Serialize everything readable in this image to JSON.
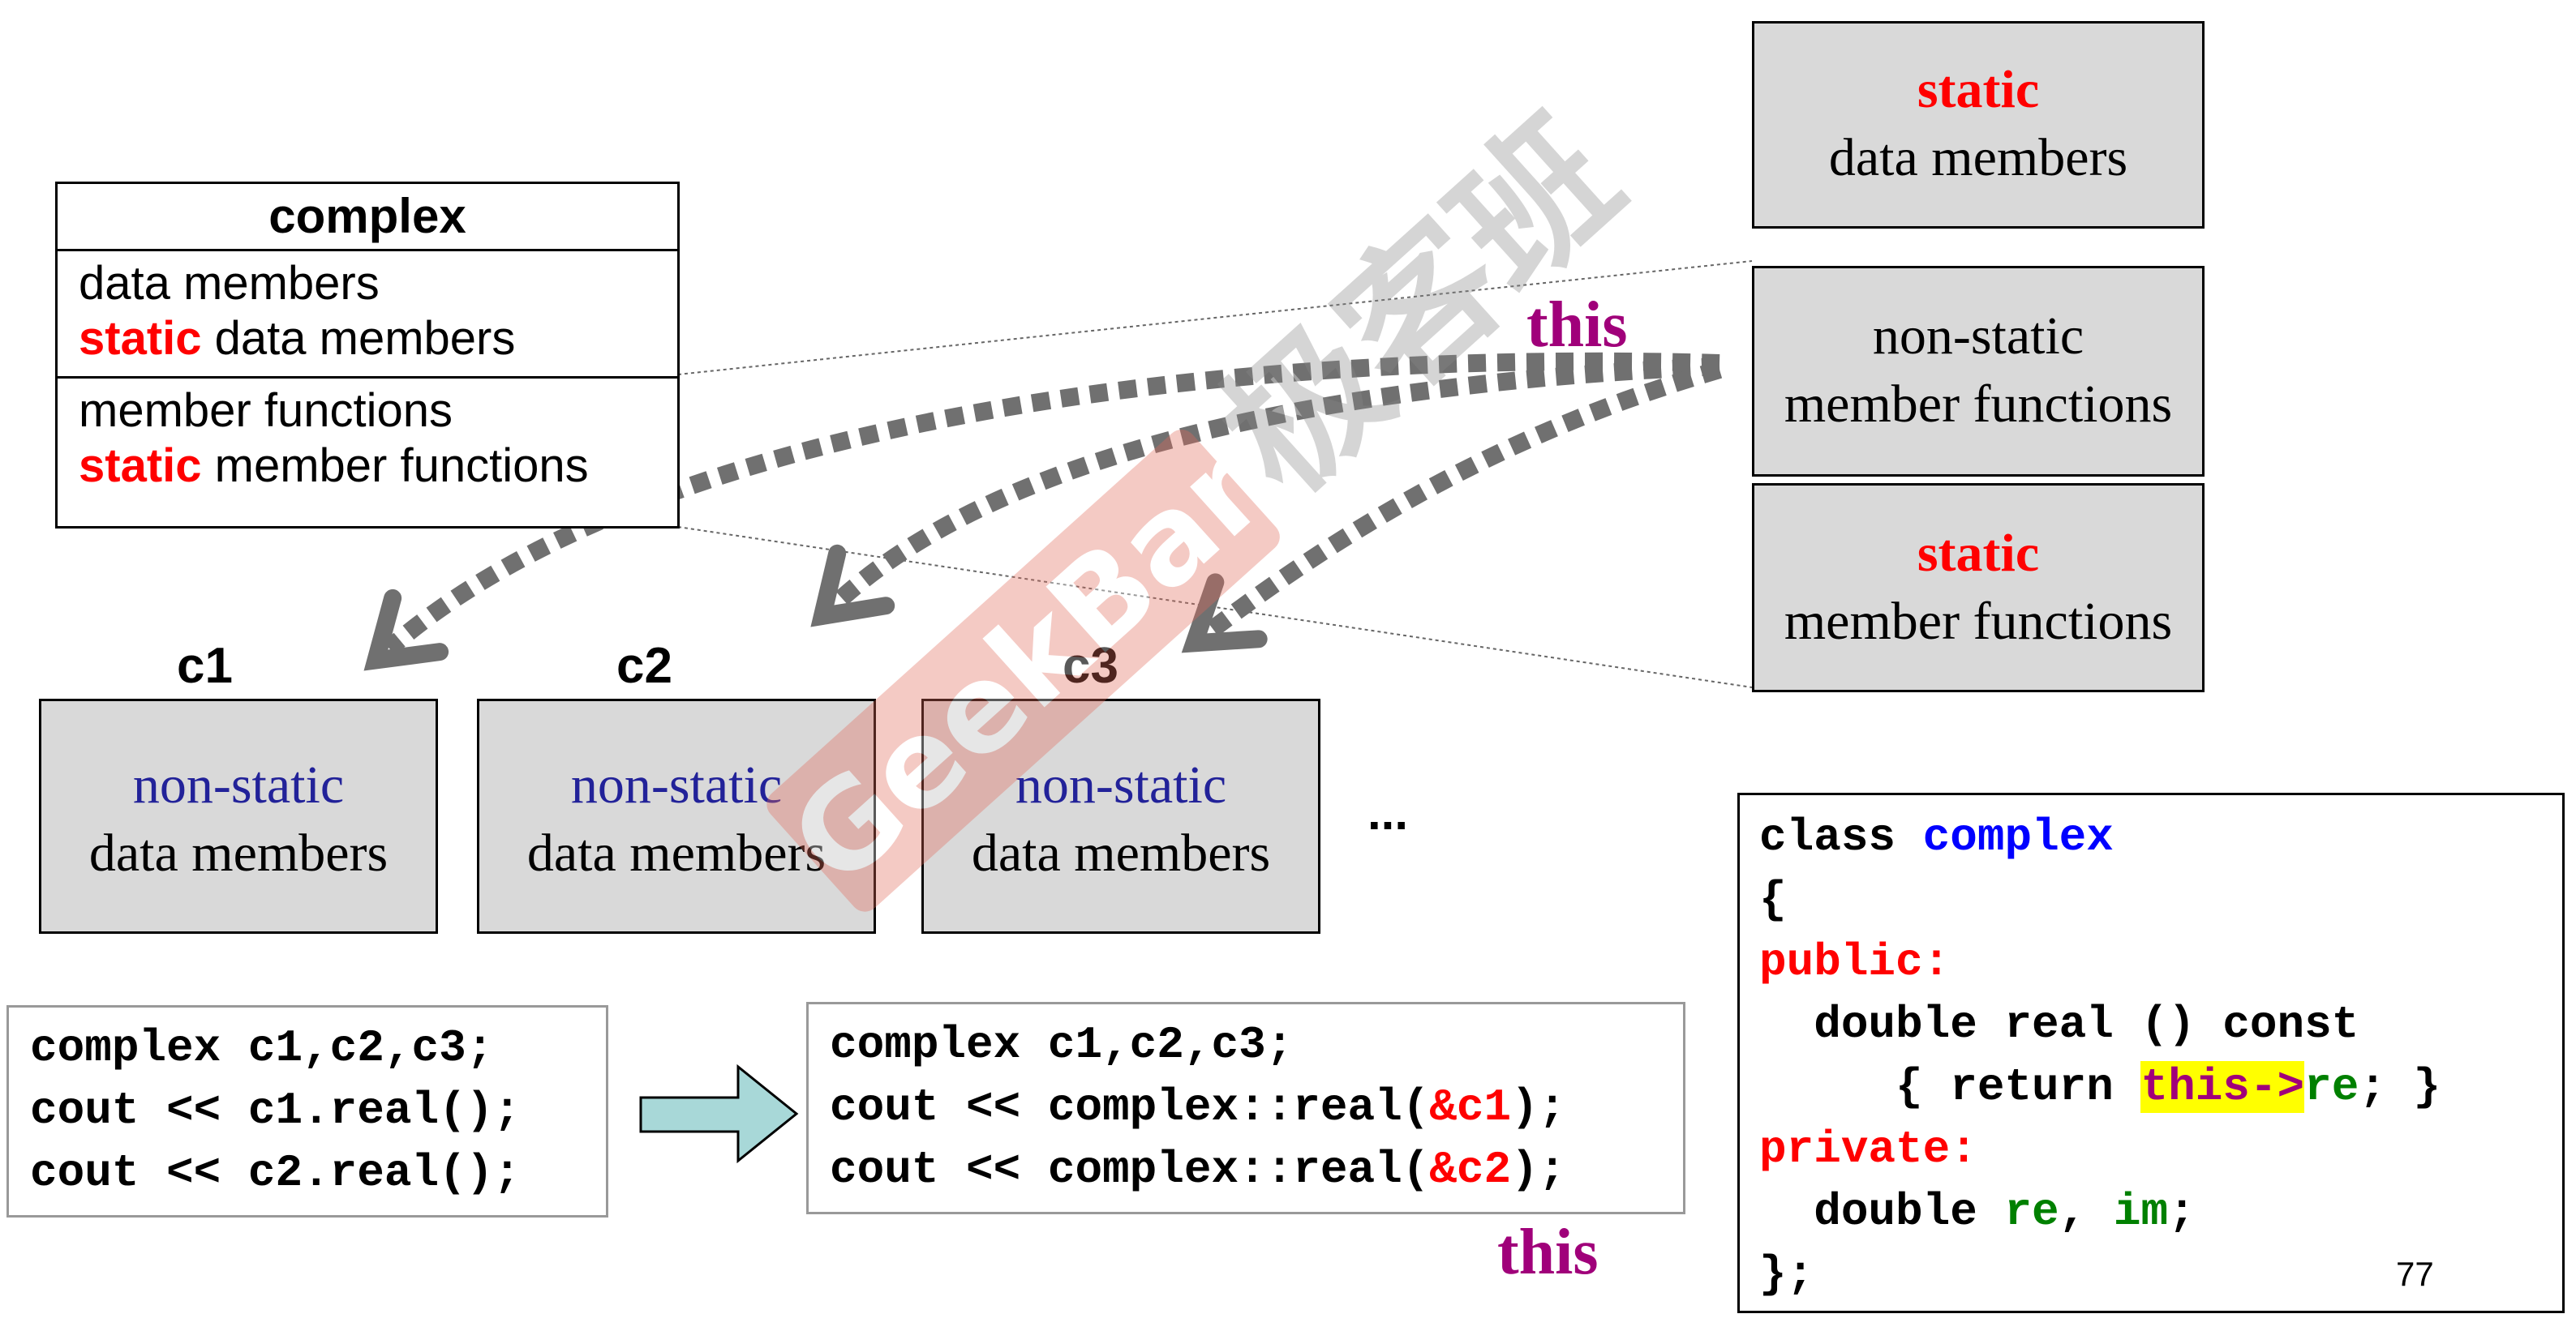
{
  "uml": {
    "title": "complex",
    "data_members": "data members",
    "static_word": "static",
    "static_data_members_rest": " data members",
    "member_functions": "member functions",
    "static_member_functions_rest": " member functions"
  },
  "right_boxes": {
    "static_data": {
      "line1": "static",
      "line2": "data members"
    },
    "nonstatic_funcs": {
      "line1": "non-static",
      "line2": "member functions"
    },
    "static_funcs": {
      "line1": "static",
      "line2": "member functions"
    }
  },
  "objects": [
    {
      "label": "c1",
      "line1": "non-static",
      "line2": "data members"
    },
    {
      "label": "c2",
      "line1": "non-static",
      "line2": "data members"
    },
    {
      "label": "c3",
      "line1": "non-static",
      "line2": "data members"
    }
  ],
  "ellipsis": "...",
  "this_label_top": "this",
  "this_label_bottom": "this",
  "code_left": {
    "lines": [
      "complex c1,c2,c3;",
      "cout << c1.real();",
      "cout << c2.real();"
    ]
  },
  "code_right": {
    "line1": "complex c1,c2,c3;",
    "line2_pre": "cout << complex::real(",
    "line2_arg": "&c1",
    "line2_post": ");",
    "line3_pre": "cout << complex::real(",
    "line3_arg": "&c2",
    "line3_post": ");"
  },
  "class_code": {
    "kw_class": "class ",
    "name": "complex",
    "open_brace": "{",
    "public": "public:",
    "real_sig": "  double real () const",
    "ret_pre": "     { return ",
    "ret_this": "this->",
    "ret_re": "re",
    "ret_post": "; }",
    "private": "private:",
    "decl_pre": "  double ",
    "decl_re": "re",
    "decl_sep": ", ",
    "decl_im": "im",
    "decl_post": ";",
    "close": "};"
  },
  "page_number": "77",
  "watermark": {
    "text_cn": "极客班",
    "text_en": "GeekBand"
  },
  "colors": {
    "static_red": "#ff0000",
    "this_magenta": "#a0007a",
    "box_gray": "#d9d9d9",
    "arrow_gray": "#707070",
    "keyword_blue": "#0000ff",
    "member_green": "#008000",
    "highlight_yellow": "#ffff00",
    "arrow_fill": "#a8d8d8"
  }
}
